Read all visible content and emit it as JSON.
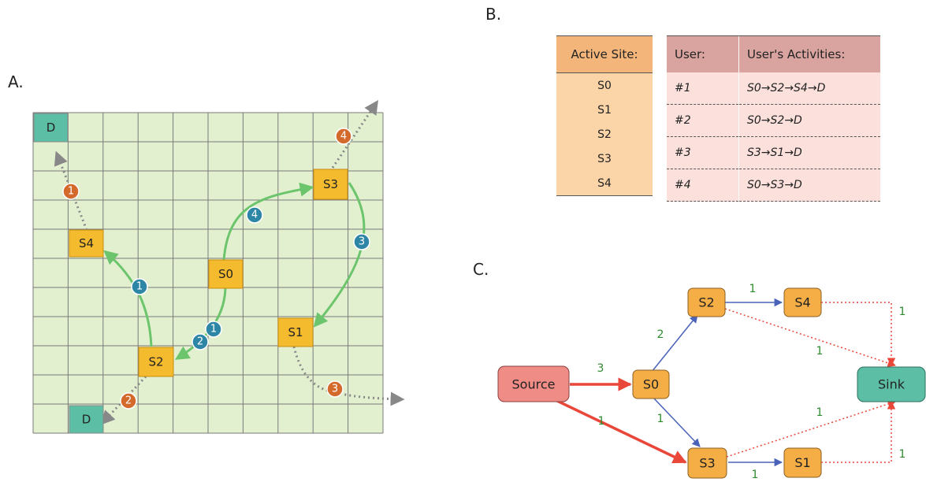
{
  "labels": {
    "a": "A.",
    "b": "B.",
    "c": "C."
  },
  "map": {
    "sites": {
      "s0": "S0",
      "s1": "S1",
      "s2": "S2",
      "s3": "S3",
      "s4": "S4",
      "d_top": "D",
      "d_bottom": "D"
    },
    "markers": {
      "blue_1a": "1",
      "blue_1b": "1",
      "blue_2": "2",
      "blue_3": "3",
      "blue_4": "4",
      "orange_1": "1",
      "orange_2": "2",
      "orange_3": "3",
      "orange_4": "4"
    }
  },
  "active_sites": {
    "header": "Active Site:",
    "sites": [
      "S0",
      "S1",
      "S2",
      "S3",
      "S4"
    ]
  },
  "users": {
    "headers": [
      "User:",
      "User's Activities:"
    ],
    "rows": [
      {
        "user": "#1",
        "activities": "S0→S2→S4→D"
      },
      {
        "user": "#2",
        "activities": "S0→S2→D"
      },
      {
        "user": "#3",
        "activities": "S3→S1→D"
      },
      {
        "user": "#4",
        "activities": "S0→S3→D"
      }
    ]
  },
  "graph": {
    "nodes": {
      "source": "Source",
      "s0": "S0",
      "s2": "S2",
      "s3": "S3",
      "s4": "S4",
      "s1": "S1",
      "sink": "Sink"
    },
    "edges": {
      "source_s0": "3",
      "source_s3": "1",
      "s0_s2": "2",
      "s0_s3": "1",
      "s2_s4": "1",
      "s3_s1": "1",
      "s4_sink": "1",
      "s2_sink": "1",
      "s3_sink": "1",
      "s1_sink": "1"
    }
  },
  "colors": {
    "grid_bg": "#e2f0d0",
    "site": "#f4bb2f",
    "destination": "#5cbfa5",
    "blue_marker": "#2e86a6",
    "orange_marker": "#d4692c",
    "path": "#6cc56c",
    "node": "#f5ad45",
    "source": "#f08c86",
    "sink": "#5cbfa5"
  }
}
